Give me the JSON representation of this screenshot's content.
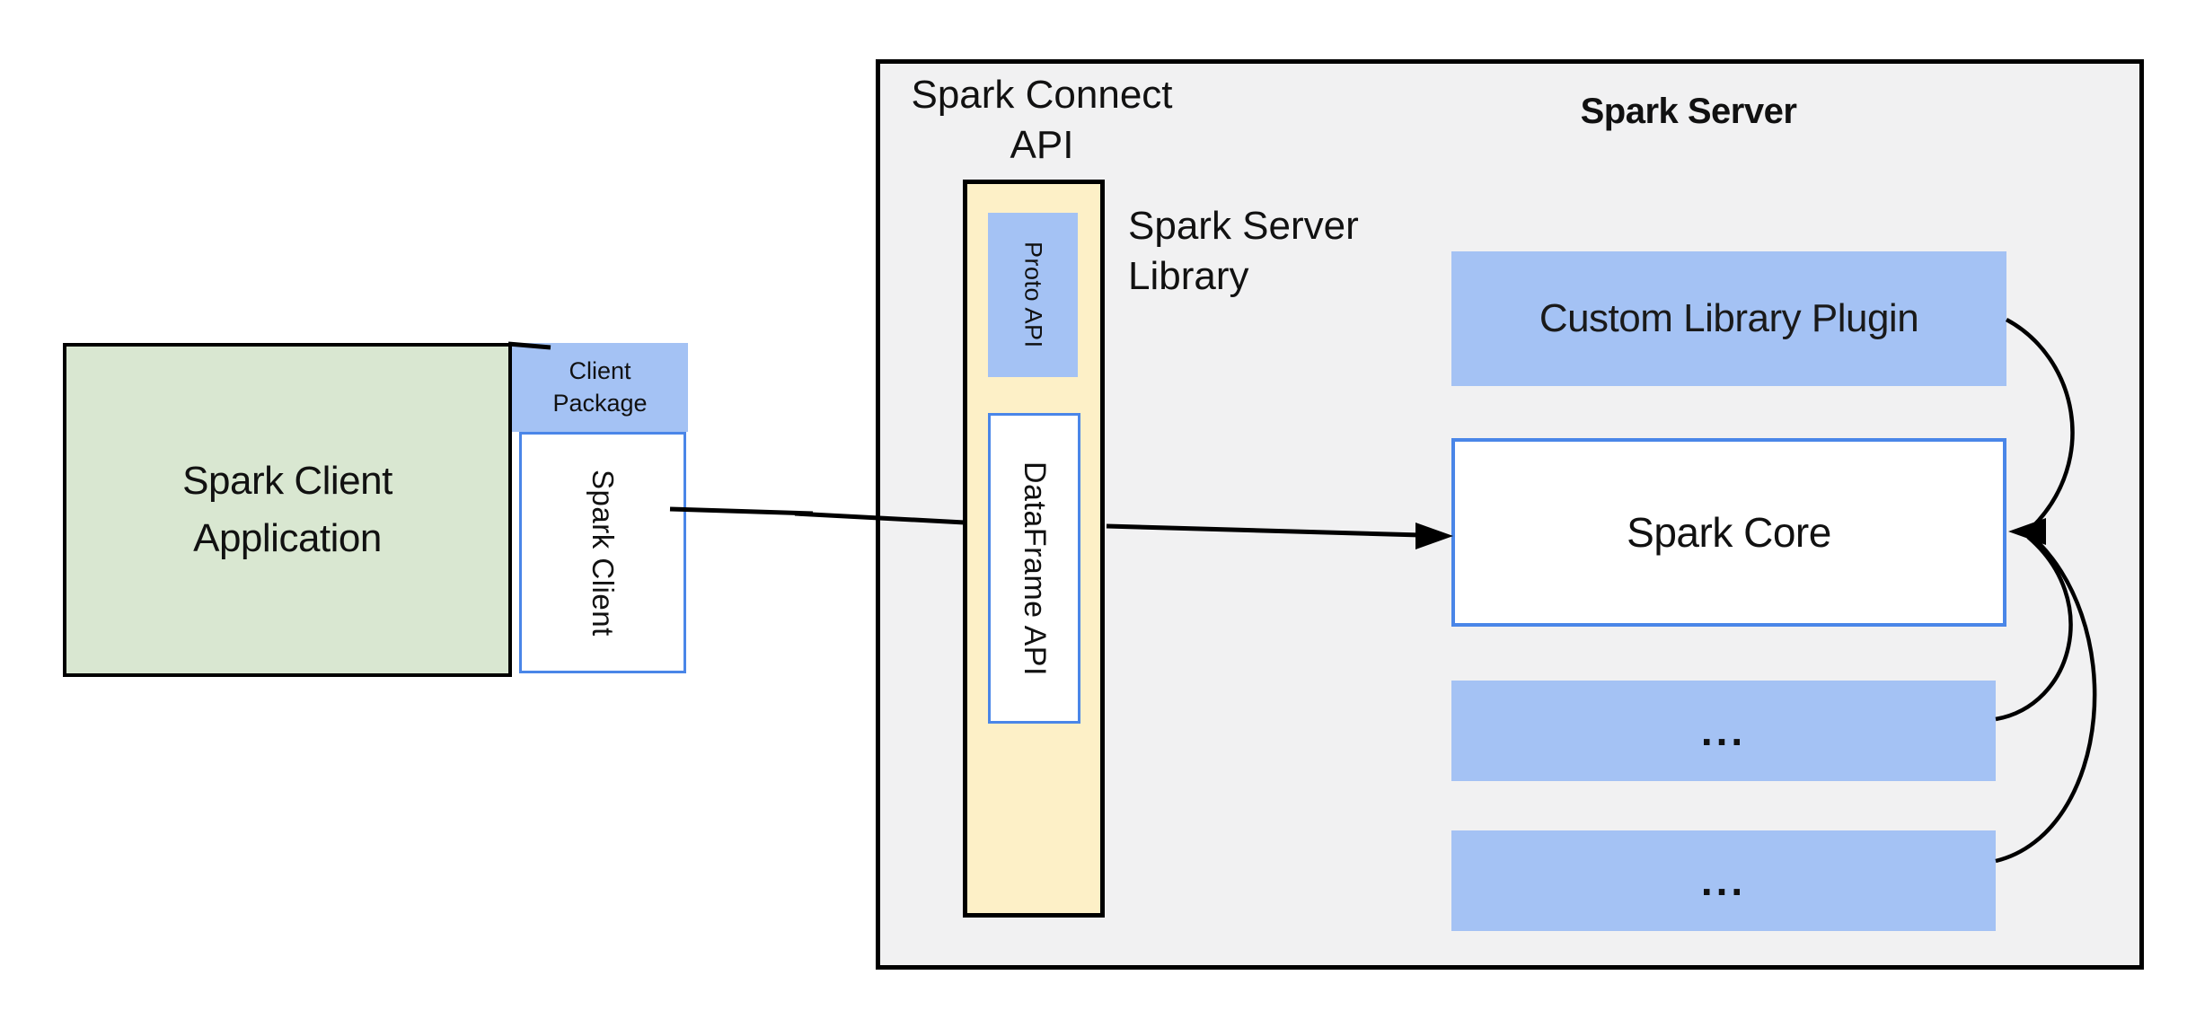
{
  "colors": {
    "green_fill": "#d9e7d1",
    "blue_fill": "#a4c2f4",
    "blue_border": "#4a86e8",
    "yellow_fill": "#fdf0c7",
    "gray_fill": "#f1f1f2",
    "line_color": "#000000",
    "text_color": "#111111"
  },
  "client": {
    "application_label": "Spark Client Application",
    "package_label": "Client Package",
    "spark_client_label": "Spark Client"
  },
  "connect_api": {
    "label": "Spark Connect API",
    "proto_api_label": "Proto API",
    "dataframe_api_label": "DataFrame API",
    "server_library_label": "Spark Server Library"
  },
  "server": {
    "title": "Spark Server",
    "plugin_label": "Custom Library Plugin",
    "core_label": "Spark Core",
    "more_row_1": "...",
    "more_row_2": "..."
  }
}
